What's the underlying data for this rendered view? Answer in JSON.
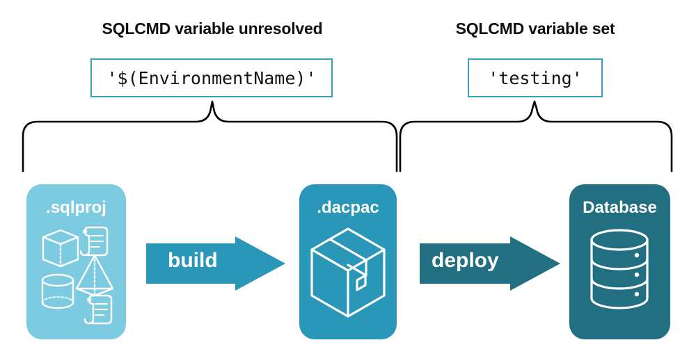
{
  "diagram": {
    "title_implied": "SQLCMD variable resolution in build and deploy",
    "background_color": "#ffffff"
  },
  "sections": [
    {
      "heading": "SQLCMD variable unresolved",
      "code_value": "'$(EnvironmentName)'",
      "brace_covers": [
        ".sqlproj",
        "build",
        ".dacpac"
      ]
    },
    {
      "heading": "SQLCMD variable set",
      "code_value": "'testing'",
      "brace_covers": [
        "deploy",
        "Database"
      ]
    }
  ],
  "cards": [
    {
      "label": ".sqlproj",
      "color": "#7ccbe0",
      "icons": [
        "cube-icon",
        "scroll-icon",
        "pyramid-icon",
        "cylinder-icon",
        "scroll-icon"
      ]
    },
    {
      "label": ".dacpac",
      "color": "#2a96b8",
      "icons": [
        "package-box-icon"
      ]
    },
    {
      "label": "Database",
      "color": "#216f81",
      "icons": [
        "database-cylinder-icon"
      ]
    }
  ],
  "arrows": [
    {
      "label": "build",
      "color": "#2a96b8",
      "from": ".sqlproj",
      "to": ".dacpac"
    },
    {
      "label": "deploy",
      "color": "#216f81",
      "from": ".dacpac",
      "to": "Database"
    }
  ],
  "colors": {
    "light_teal": "#7ccbe0",
    "mid_teal": "#2a96b8",
    "dark_teal": "#216f81",
    "box_border": "#3aa0bf",
    "text_dark": "#0f0f0f",
    "white": "#ffffff",
    "brace_stroke": "#000000"
  }
}
